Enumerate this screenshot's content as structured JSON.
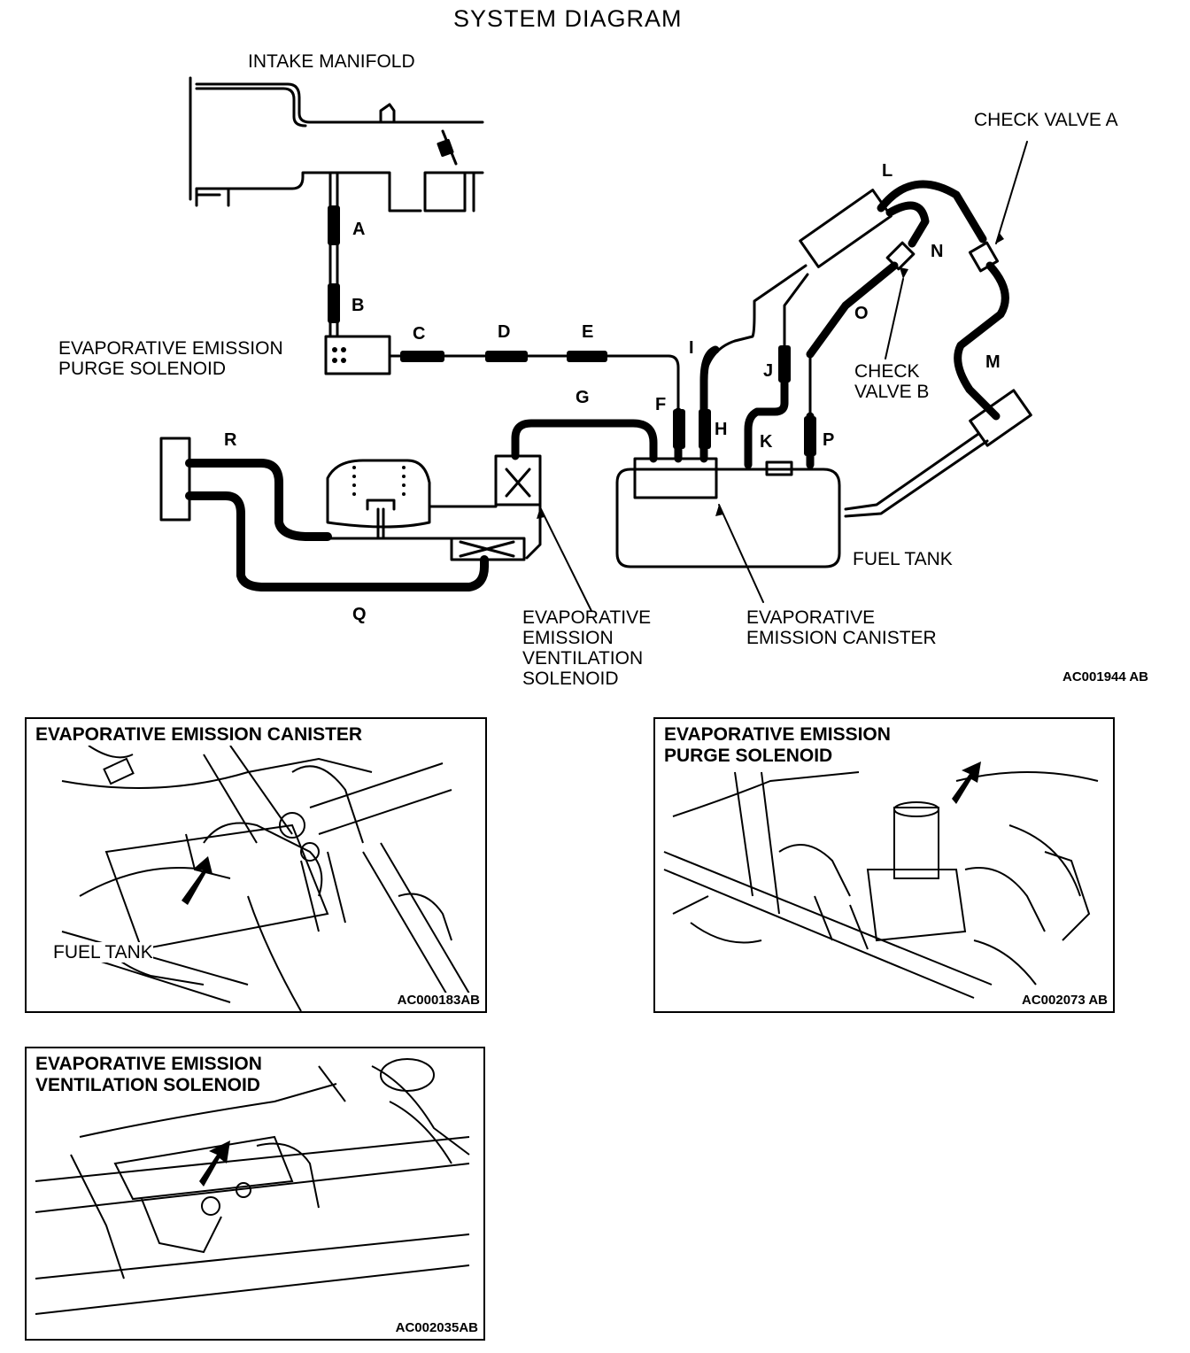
{
  "title": "SYSTEM DIAGRAM",
  "components": {
    "intake_manifold": "INTAKE MANIFOLD",
    "check_valve_a": "CHECK VALVE A",
    "check_valve_b": [
      "CHECK",
      "VALVE B"
    ],
    "purge_solenoid": [
      "EVAPORATIVE EMISSION",
      "PURGE SOLENOID"
    ],
    "fuel_tank": "FUEL TANK",
    "ventilation_solenoid": [
      "EVAPORATIVE",
      "EMISSION",
      "VENTILATION",
      "SOLENOID"
    ],
    "canister": [
      "EVAPORATIVE",
      "EMISSION CANISTER"
    ]
  },
  "hoses": [
    "A",
    "B",
    "C",
    "D",
    "E",
    "F",
    "G",
    "H",
    "I",
    "J",
    "K",
    "L",
    "M",
    "N",
    "O",
    "P",
    "Q",
    "R"
  ],
  "diagram_code": "AC001944 AB",
  "photos": {
    "canister": {
      "title": [
        "EVAPORATIVE EMISSION CANISTER"
      ],
      "label": "FUEL TANK",
      "code": "AC000183AB"
    },
    "purge": {
      "title": [
        "EVAPORATIVE EMISSION",
        "PURGE SOLENOID"
      ],
      "code": "AC002073 AB"
    },
    "ventilation": {
      "title": [
        "EVAPORATIVE EMISSION",
        "VENTILATION SOLENOID"
      ],
      "code": "AC002035AB"
    }
  }
}
